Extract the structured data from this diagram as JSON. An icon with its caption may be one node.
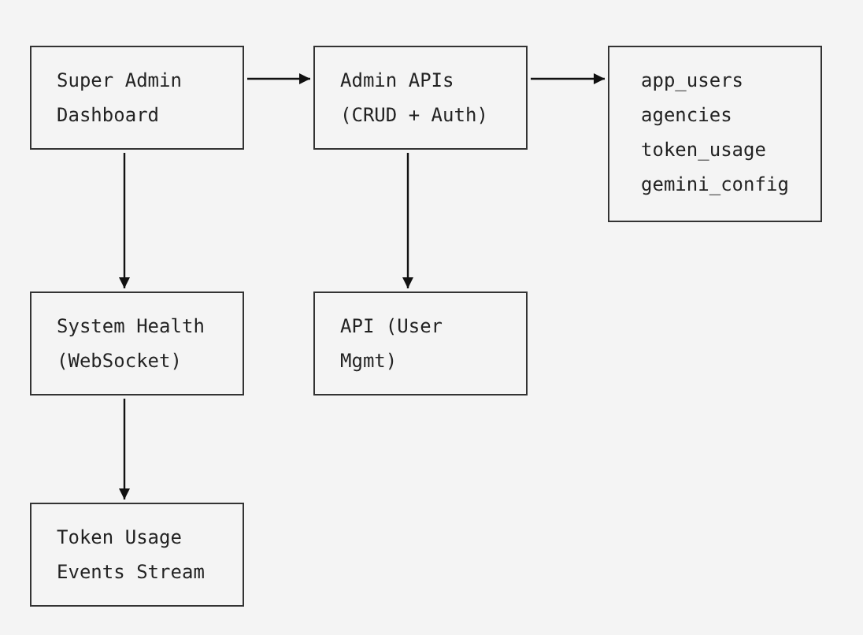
{
  "diagram": {
    "nodes": [
      {
        "text": [
          "Super Admin Dashboard"
        ]
      },
      {
        "text": [
          "Admin APIs (CRUD + Auth)"
        ]
      },
      {
        "text": [
          "app_users",
          "agencies",
          "token_usage",
          "gemini_config"
        ]
      },
      {
        "text": [
          "System Health (WebSocket)"
        ]
      },
      {
        "text": [
          "API (User Mgmt)"
        ]
      },
      {
        "text": [
          "Token Usage Events Stream"
        ]
      }
    ],
    "edges": [
      {
        "from": 0,
        "to": 1,
        "arrow": "to"
      },
      {
        "from": 1,
        "to": 2,
        "arrow": "to"
      },
      {
        "from": 0,
        "to": 3,
        "arrow": "to"
      },
      {
        "from": 1,
        "to": 4,
        "arrow": "to"
      },
      {
        "from": 3,
        "to": 5,
        "arrow": "to"
      }
    ]
  }
}
